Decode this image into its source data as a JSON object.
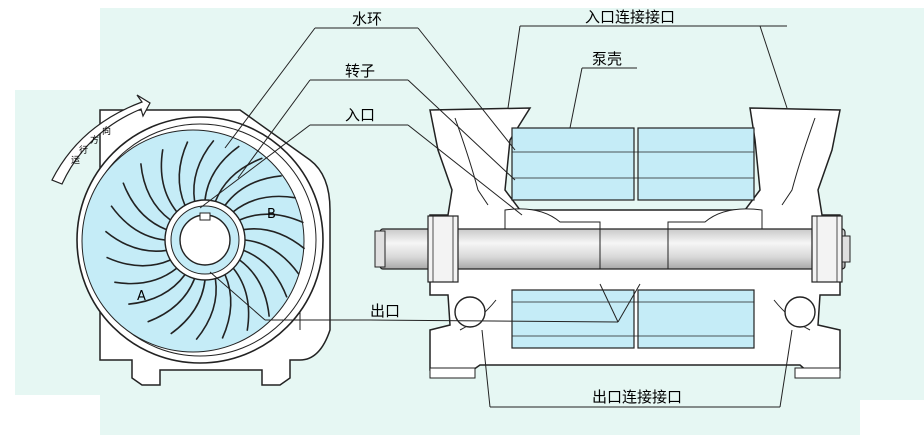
{
  "labels": {
    "water_ring": "水环",
    "inlet_connection": "入口连接接口",
    "rotor": "转子",
    "pump_casing": "泵壳",
    "inlet": "入口",
    "outlet": "出口",
    "outlet_connection": "出口连接接口",
    "zone_a": "A",
    "zone_b": "B",
    "direction": [
      "运",
      "行",
      "方",
      "向"
    ]
  },
  "colors": {
    "background": "#e6f7f3",
    "water": "#c5ecf7",
    "outline": "#222222",
    "metal": "#ffffff"
  }
}
